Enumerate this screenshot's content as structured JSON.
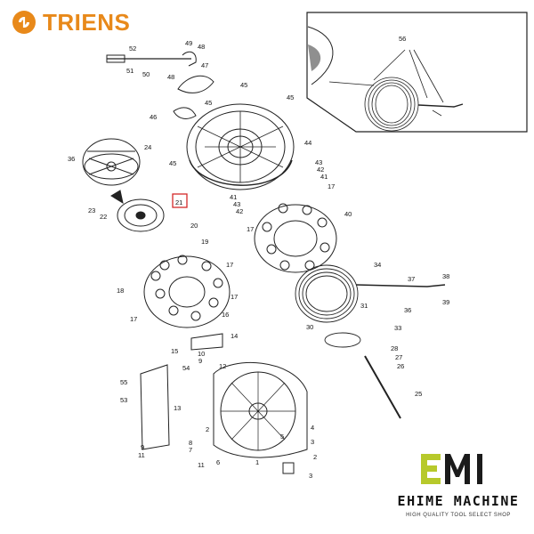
{
  "brand": {
    "name": "TRIENS",
    "color": "#e8891a"
  },
  "shop": {
    "name": "EHIME MACHINE",
    "tagline": "HIGH QUALITY TOOL SELECT SHOP",
    "logo_color": "#b7c92b"
  },
  "highlight": {
    "part": "21",
    "color": "#d42a2a"
  },
  "part_labels": [
    "52",
    "49",
    "48",
    "51",
    "50",
    "48",
    "47",
    "56",
    "45",
    "46",
    "45",
    "45",
    "36",
    "24",
    "44",
    "43",
    "42",
    "41",
    "45",
    "41",
    "43",
    "42",
    "17",
    "23",
    "22",
    "21",
    "17",
    "40",
    "20",
    "19",
    "34",
    "17",
    "38",
    "18",
    "37",
    "31",
    "36",
    "39",
    "17",
    "17",
    "16",
    "30",
    "33",
    "14",
    "28",
    "27",
    "26",
    "15",
    "10",
    "9",
    "54",
    "12",
    "55",
    "53",
    "25",
    "13",
    "11",
    "8",
    "7",
    "6",
    "5",
    "4",
    "3",
    "2",
    "1",
    "3",
    "2",
    "9",
    "11"
  ]
}
